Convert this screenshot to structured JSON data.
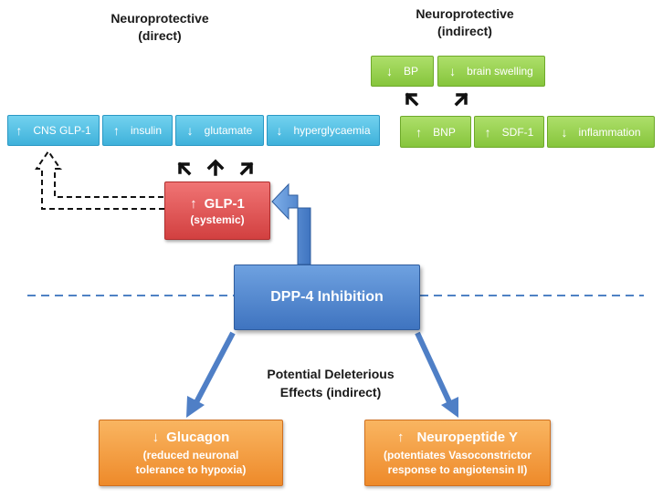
{
  "headings": {
    "direct": [
      "Neuroprotective",
      "(direct)"
    ],
    "indirect": [
      "Neuroprotective",
      "(indirect)"
    ],
    "deleterious": [
      "Potential Deleterious",
      "Effects (indirect)"
    ]
  },
  "direct_effects": [
    {
      "arrow": "↑",
      "label": "CNS GLP-1"
    },
    {
      "arrow": "↑",
      "label": "insulin"
    },
    {
      "arrow": "↓",
      "label": "glutamate"
    },
    {
      "arrow": "↓",
      "label": "hyperglycaemia"
    }
  ],
  "indirect_top": [
    {
      "arrow": "↓",
      "label": "BP"
    },
    {
      "arrow": "↓",
      "label": "brain swelling"
    }
  ],
  "indirect_bottom": [
    {
      "arrow": "↑",
      "label": "BNP"
    },
    {
      "arrow": "↑",
      "label": "SDF-1"
    },
    {
      "arrow": "↓",
      "label": "inflammation"
    }
  ],
  "glp1": {
    "arrow": "↑",
    "label": "GLP-1",
    "sublabel": "(systemic)"
  },
  "dpp4": {
    "label": "DPP-4 Inhibition"
  },
  "glucagon": {
    "arrow": "↓",
    "label": "Glucagon",
    "detail": [
      "(reduced neuronal",
      "tolerance to hypoxia)"
    ]
  },
  "npy": {
    "arrow": "↑",
    "label": "Neuropeptide Y",
    "detail": [
      "(potentiates Vasoconstrictor",
      "response to angiotensin II)"
    ]
  },
  "colors": {
    "blue": "#4fc0e6",
    "green": "#95d04e",
    "red": "#e05555",
    "dpp": "#4f85cf",
    "orange": "#f49c42",
    "divider": "#4f82c4"
  }
}
